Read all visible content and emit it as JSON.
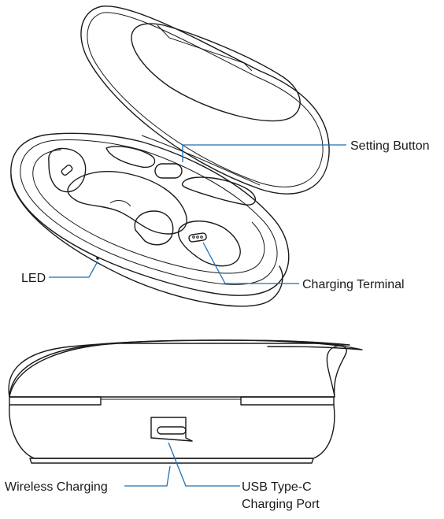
{
  "labels": {
    "setting_button": "Setting Button",
    "led": "LED",
    "charging_terminal": "Charging Terminal",
    "wireless_charging": "Wireless Charging",
    "usb_line1": "USB Type-C",
    "usb_line2": "Charging Port"
  },
  "colors": {
    "outline": "#1a1a1a",
    "leader": "#1f6fb2"
  }
}
